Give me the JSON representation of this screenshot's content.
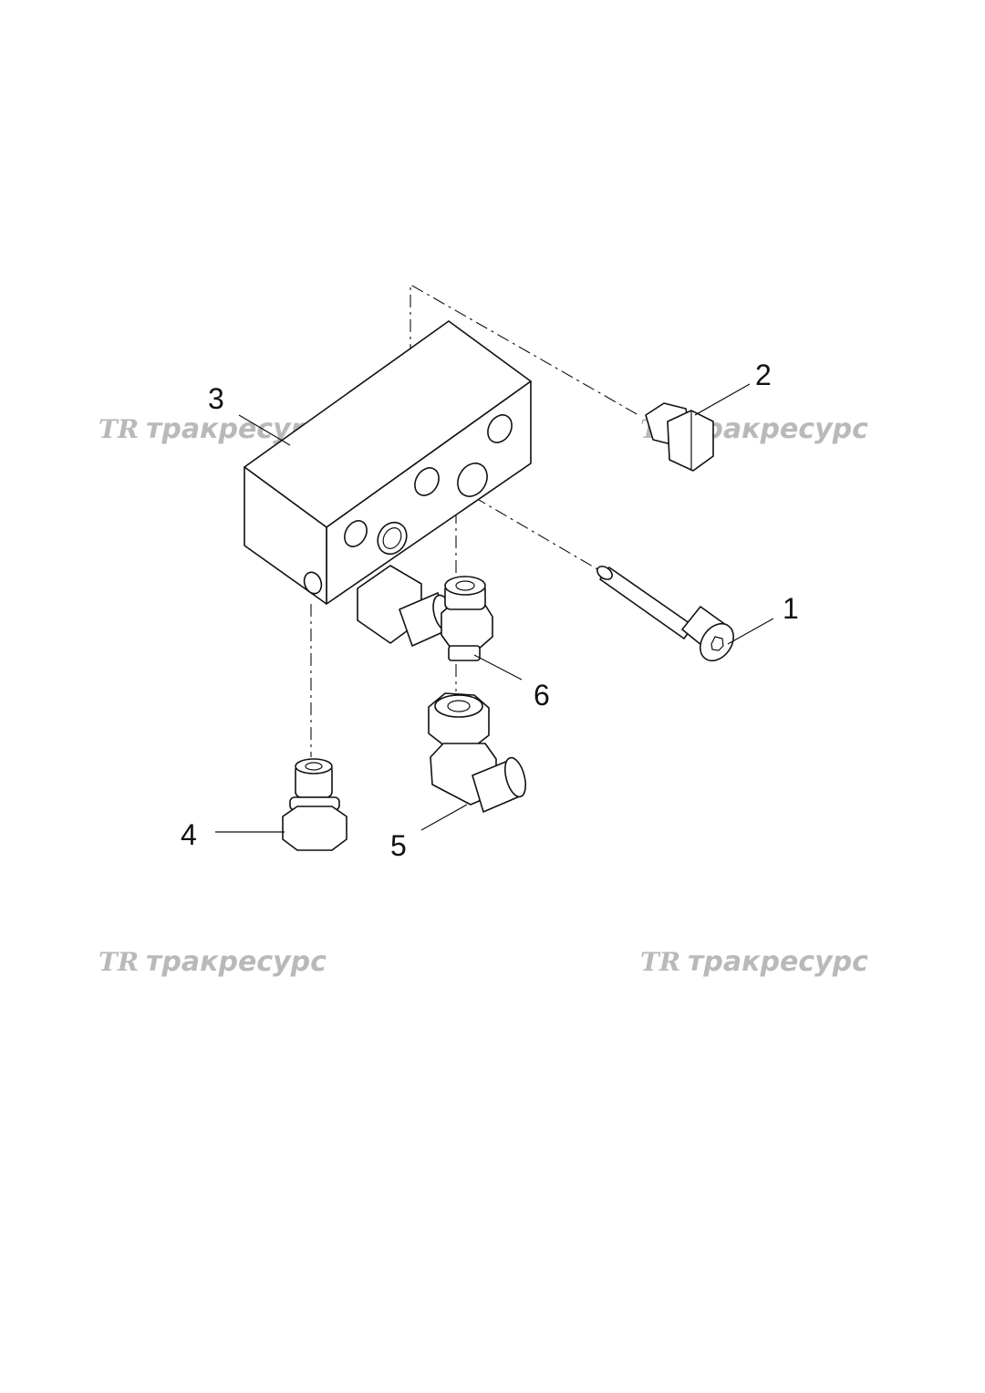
{
  "callouts": [
    "1",
    "2",
    "3",
    "4",
    "5",
    "6"
  ],
  "watermark": {
    "logo": "TR",
    "text": "тракресурс",
    "color": "#b9b9b9"
  }
}
